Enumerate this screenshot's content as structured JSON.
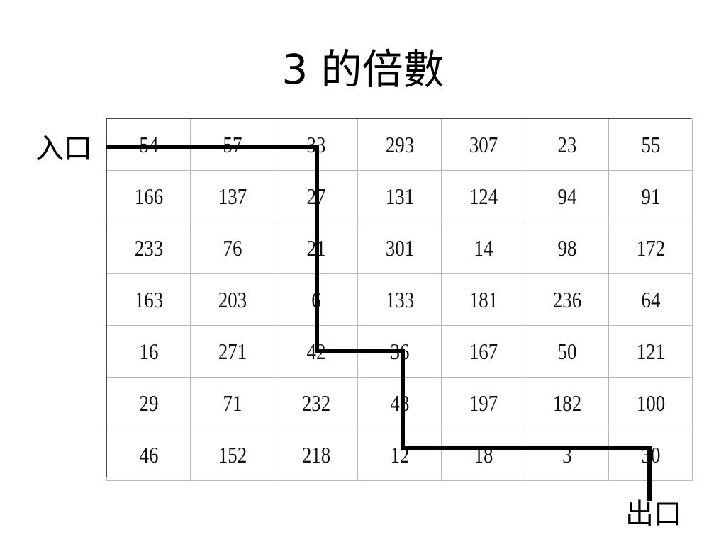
{
  "title": "3 的倍數",
  "entrance_label": "入口",
  "exit_label": "出口",
  "grid": [
    [
      "54",
      "57",
      "33",
      "293",
      "307",
      "23",
      "55"
    ],
    [
      "166",
      "137",
      "27",
      "131",
      "124",
      "94",
      "91"
    ],
    [
      "233",
      "76",
      "21",
      "301",
      "14",
      "98",
      "172"
    ],
    [
      "163",
      "203",
      "6",
      "133",
      "181",
      "236",
      "64"
    ],
    [
      "16",
      "271",
      "42",
      "36",
      "167",
      "50",
      "121"
    ],
    [
      "29",
      "71",
      "232",
      "48",
      "197",
      "182",
      "100"
    ],
    [
      "46",
      "152",
      "218",
      "12",
      "18",
      "3",
      "30"
    ]
  ],
  "path_color": "#000000"
}
